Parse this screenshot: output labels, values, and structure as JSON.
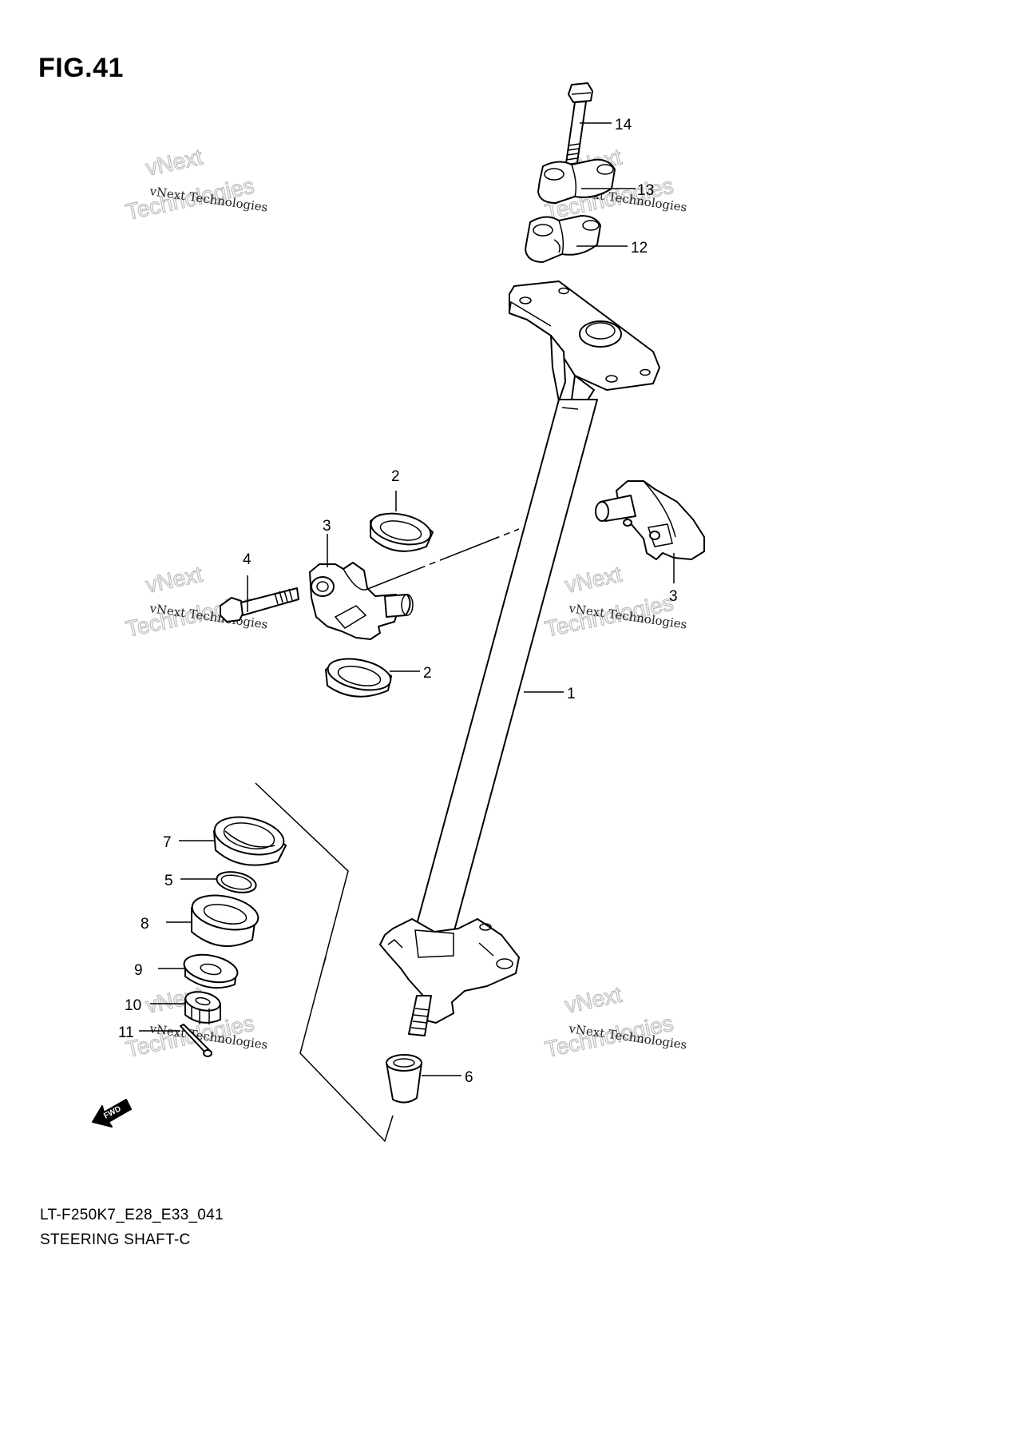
{
  "figure": {
    "title": "FIG.41",
    "model_code": "LT-F250K7_E28_E33_041",
    "assembly_name": "STEERING SHAFT-C"
  },
  "callouts": [
    {
      "id": "1",
      "label": "1"
    },
    {
      "id": "2a",
      "label": "2"
    },
    {
      "id": "2b",
      "label": "2"
    },
    {
      "id": "3a",
      "label": "3"
    },
    {
      "id": "3b",
      "label": "3"
    },
    {
      "id": "4",
      "label": "4"
    },
    {
      "id": "5",
      "label": "5"
    },
    {
      "id": "6",
      "label": "6"
    },
    {
      "id": "7",
      "label": "7"
    },
    {
      "id": "8",
      "label": "8"
    },
    {
      "id": "9",
      "label": "9"
    },
    {
      "id": "10",
      "label": "10"
    },
    {
      "id": "11",
      "label": "11"
    },
    {
      "id": "12",
      "label": "12"
    },
    {
      "id": "13",
      "label": "13"
    },
    {
      "id": "14",
      "label": "14"
    }
  ],
  "watermark": {
    "line1": "vNext Technologies",
    "line2": "vNext",
    "line3": "Technologies"
  },
  "fwd_label": "FWD"
}
